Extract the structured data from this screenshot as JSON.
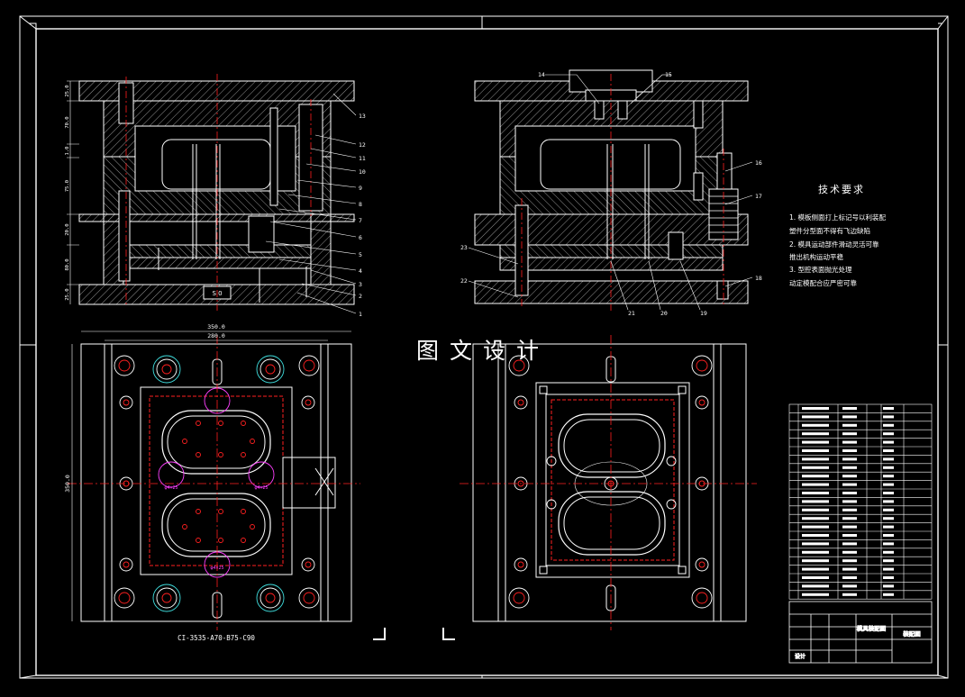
{
  "watermark": "图文设计",
  "tech_requirements": {
    "title": "技术要求",
    "lines": [
      "1. 模板侧面打上标记号以利装配",
      "塑件分型面不得有飞边缺陷",
      "2. 模具运动部件滑动灵活可靠",
      "推出机构运动平稳",
      "3. 型腔表面抛光处理",
      "动定模配合应严密可靠"
    ]
  },
  "front_view": {
    "left_dims": [
      "25.0",
      "70.0",
      "1.0",
      "75.0",
      "20.0",
      "80.0",
      "25.0"
    ],
    "callouts": [
      "13",
      "12",
      "11",
      "10",
      "9",
      "8",
      "7",
      "6",
      "5",
      "4",
      "3",
      "2",
      "1"
    ],
    "label_box": "S 0"
  },
  "side_view": {
    "top_callouts": [
      "14",
      "15"
    ],
    "right_callouts": [
      "16",
      "17",
      "18"
    ],
    "left_callouts": [
      "23",
      "22"
    ],
    "bottom_callouts": [
      "21",
      "20",
      "19"
    ]
  },
  "plan_view": {
    "dim_top_outer": "350.0",
    "dim_top_inner": "280.0",
    "dim_left": "350.0",
    "caption": "CI-3535-A70-B75-C90",
    "circle_labels": [
      "φ4×25",
      "φ4×25",
      "φ4×25"
    ]
  },
  "title_block": {
    "drawing_name": "模具装配图",
    "design_label": "设计",
    "right_label": "装配图"
  },
  "colors": {
    "line": "#ffffff",
    "center": "#ff2020",
    "hidden": "#ff2020",
    "accent_magenta": "#ff40ff",
    "accent_cyan": "#40e0e0",
    "accent_yellow": "#ffff40",
    "background": "#000000"
  }
}
